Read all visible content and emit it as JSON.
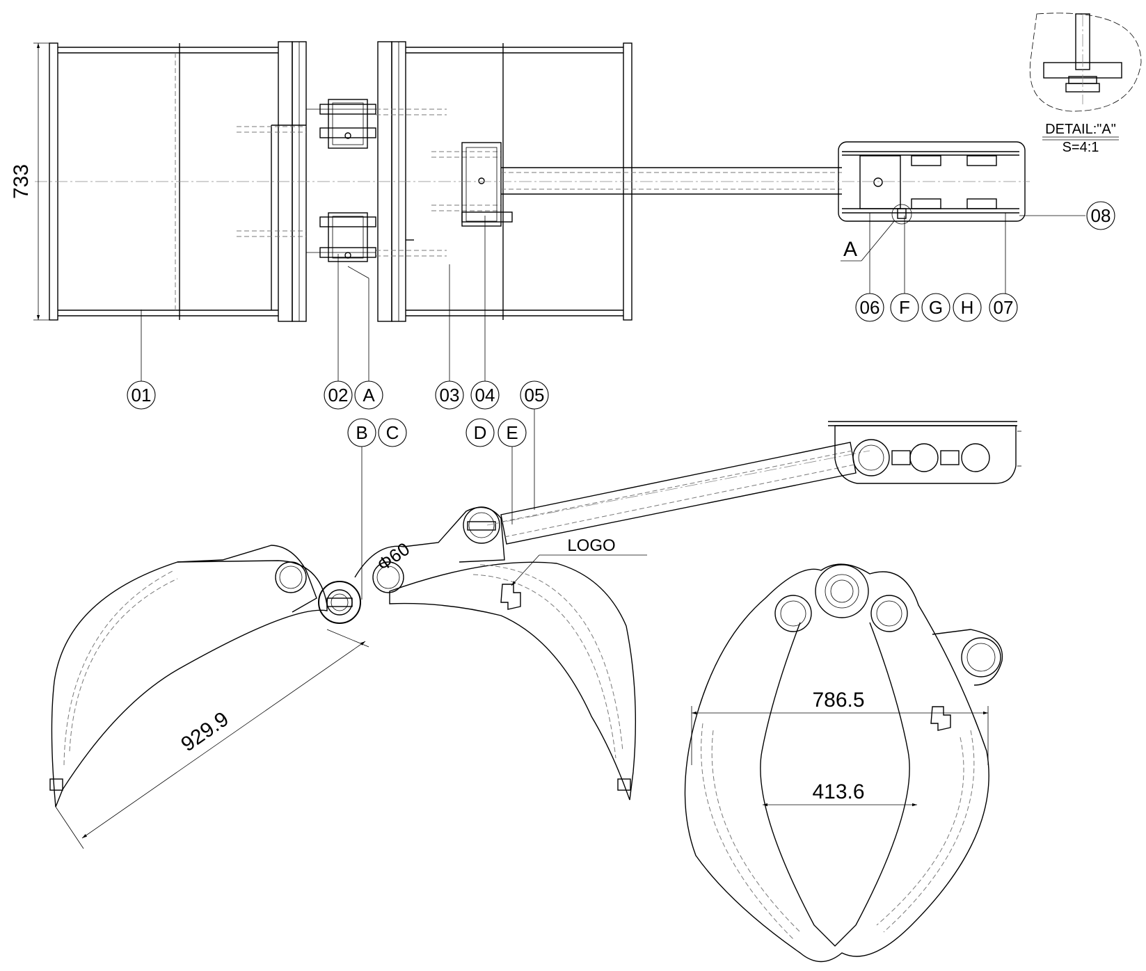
{
  "drawing": {
    "dimensions": {
      "height_top_view": "733",
      "reach_length": "929.9",
      "pin_diameter": "Φ60",
      "open_width": "786.5",
      "inner_width": "413.6"
    },
    "labels": {
      "logo": "LOGO",
      "detail_title": "DETAIL:\"A\"",
      "detail_scale": "S=4:1",
      "section_ref": "A"
    },
    "balloons": {
      "b01": "01",
      "b02": "02",
      "bA": "A",
      "b03": "03",
      "b04": "04",
      "b05": "05",
      "bB": "B",
      "bC": "C",
      "bD": "D",
      "bE": "E",
      "b06": "06",
      "bF": "F",
      "bG": "G",
      "bH": "H",
      "b07": "07",
      "b08": "08"
    }
  }
}
